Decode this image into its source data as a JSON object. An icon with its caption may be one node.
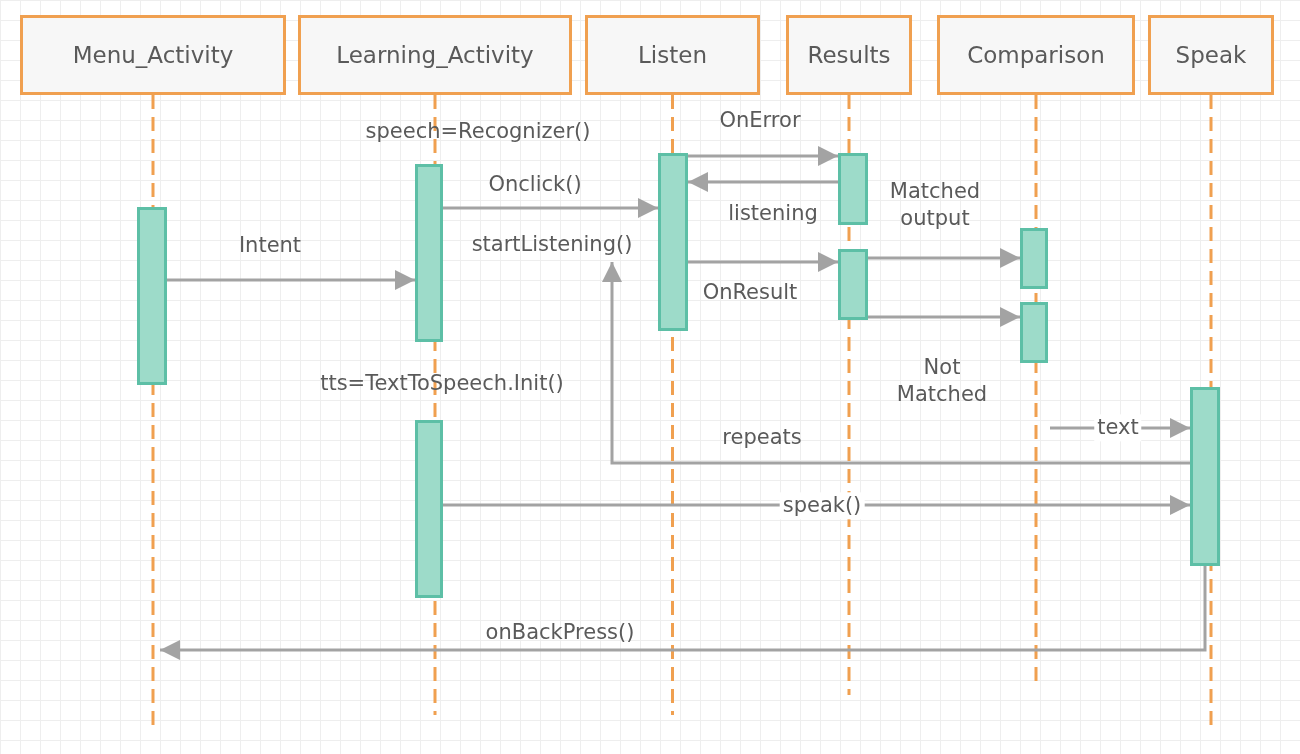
{
  "diagram": {
    "nodes": [
      {
        "text": [
          "Menu_Activity"
        ]
      },
      {
        "text": [
          "Learning_Activity"
        ]
      },
      {
        "text": [
          "Listen"
        ]
      },
      {
        "text": [
          "Results"
        ]
      },
      {
        "text": [
          "Comparison"
        ]
      },
      {
        "text": [
          "Speak"
        ]
      },
      {
        "text": [],
        "shape": "bar"
      },
      {
        "text": [],
        "shape": "bar",
        "beside": [
          "speech=Recognizer()"
        ]
      },
      {
        "text": [],
        "shape": "bar",
        "beside": [
          "tts=TextToSpeech.Init()"
        ]
      },
      {
        "text": [],
        "shape": "bar"
      },
      {
        "text": [],
        "shape": "bar"
      },
      {
        "text": [],
        "shape": "bar"
      },
      {
        "text": [],
        "shape": "bar"
      },
      {
        "text": [],
        "shape": "bar"
      },
      {
        "text": [],
        "shape": "bar"
      },
      {
        "text": [
          "startListening()"
        ]
      }
    ],
    "edges": [
      {
        "from": 6,
        "to": 7,
        "arrow": "to",
        "label": "Intent"
      },
      {
        "from": 7,
        "to": 9,
        "arrow": "to",
        "label": "Onclick()"
      },
      {
        "from": 9,
        "to": 10,
        "arrow": "to",
        "label": "OnError"
      },
      {
        "from": 10,
        "to": 9,
        "arrow": "to",
        "label": "listening"
      },
      {
        "from": 9,
        "to": 11,
        "arrow": "to",
        "label": "OnResult"
      },
      {
        "from": 11,
        "to": 12,
        "arrow": "to",
        "label": "Matched output"
      },
      {
        "from": 11,
        "to": 13,
        "arrow": "to",
        "label": "Not Matched"
      },
      {
        "from": null,
        "to": 14,
        "arrow": "to",
        "label": "text"
      },
      {
        "from": 14,
        "to": 15,
        "arrow": "to",
        "label": "repeats"
      },
      {
        "from": 8,
        "to": 14,
        "arrow": "to",
        "label": "speak()"
      },
      {
        "from": 14,
        "to": null,
        "arrow": "to",
        "label": "onBackPress()"
      }
    ]
  }
}
